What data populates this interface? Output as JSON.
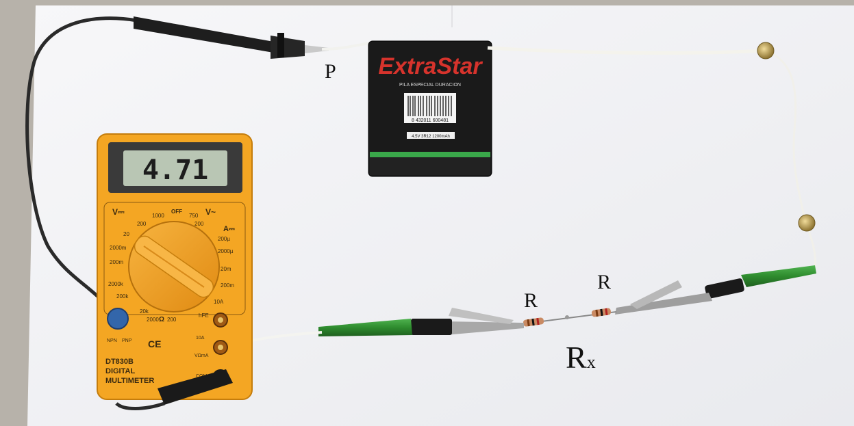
{
  "labels": {
    "p": "P",
    "r_left": "R",
    "r_right": "R",
    "rx_main": "R",
    "rx_sub": "x"
  },
  "multimeter": {
    "reading": "4.71",
    "model": "DT830B",
    "line1": "DIGITAL",
    "line2": "MULTIMETER",
    "ce": "CE",
    "dcv_symbol": "V⎓",
    "acv_symbol": "V~",
    "amp_symbol": "A⎓",
    "off": "OFF",
    "ohm": "Ω",
    "hfe": "hFE",
    "npn": "NPN",
    "pnp": "PNP",
    "ten_a": "10A",
    "vomA": "VΩmA",
    "com": "COM",
    "range_1000": "1000",
    "range_750": "750",
    "range_200_dcv": "200",
    "range_200_acv": "200",
    "range_20": "20",
    "range_2000m": "2000m",
    "range_200m": "200m",
    "range_2000k": "2000k",
    "range_200k": "200k",
    "range_20k": "20k",
    "range_2000": "2000",
    "range_200_ohm": "200",
    "range_200u": "200µ",
    "range_2000u": "2000µ",
    "range_20m": "20m",
    "range_200m_a": "200m",
    "range_10A_sel": "10A"
  },
  "battery": {
    "brand": "ExtraStar",
    "subtitle": "PILA ESPECIAL DURACION",
    "barcode": "8 432011 600481",
    "spec": "4.5V 3R12 1200mAh"
  },
  "colors": {
    "meter_body": "#f4a623",
    "lcd": "#b9c6b4",
    "plug_green": "#2e8b2e",
    "battery_black": "#1a1a1a",
    "battery_red": "#d6332c",
    "battery_green": "#3aa84a"
  }
}
